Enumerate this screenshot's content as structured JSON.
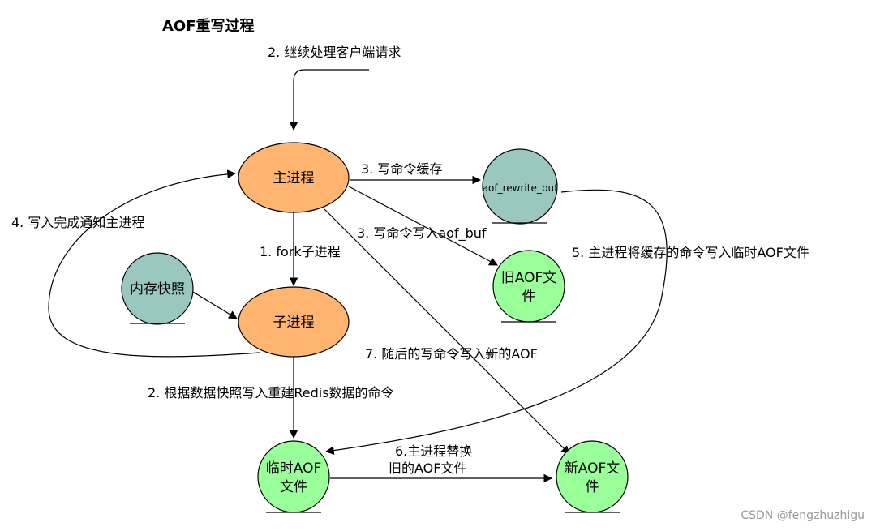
{
  "title": "AOF重写过程",
  "watermark": "CSDN @fengzhuzhigu",
  "colors": {
    "process": "#ffb570",
    "buffer": "#9ac7bf",
    "file": "#99ff99",
    "stroke": "#000000"
  },
  "nodes": {
    "main_process": "主进程",
    "child_process": "子进程",
    "memory_snapshot": "内存快照",
    "aof_rewrite_buf": "aof_rewrite_buf",
    "old_aof_line1": "旧AOF文",
    "old_aof_line2": "件",
    "temp_aof_line1": "临时AOF",
    "temp_aof_line2": "文件",
    "new_aof_line1": "新AOF文",
    "new_aof_line2": "件"
  },
  "edges": {
    "client_requests": "2. 继续处理客户端请求",
    "write_cmd_buffer": "3. 写命令缓存",
    "write_cmd_aof_buf": "3. 写命令写入aof_buf",
    "fork_child": "1. fork子进程",
    "notify_main": "4. 写入完成通知主进程",
    "write_buffer_to_temp": "5. 主进程将缓存的命令写入临时AOF文件",
    "write_snapshot": "2. 根据数据快照写入重建Redis数据的命令",
    "replace_line1": "6.主进程替换",
    "replace_line2": "旧的AOF文件",
    "subsequent_writes": "7. 随后的写命令写入新的AOF"
  }
}
